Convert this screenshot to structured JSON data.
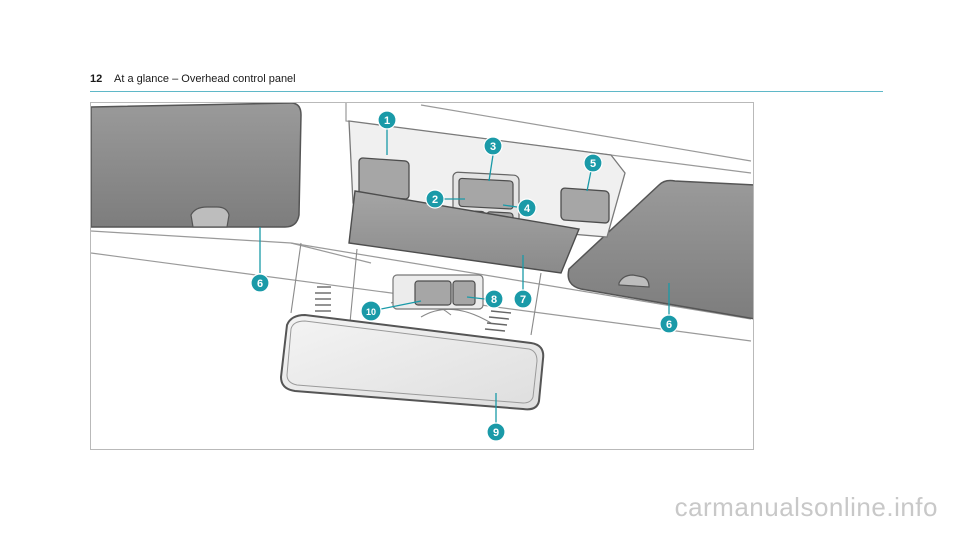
{
  "header": {
    "page_number": "12",
    "title": "At a glance – Overhead control panel"
  },
  "figure": {
    "callouts": [
      "1",
      "2",
      "3",
      "4",
      "5",
      "6",
      "7",
      "8",
      "9",
      "10",
      "6"
    ]
  },
  "colors": {
    "accent": "#1a9aa8",
    "visor": "#8c8c8c",
    "panel": "#dcdcdc",
    "outline": "#555555"
  },
  "watermark": "carmanualsonline.info"
}
